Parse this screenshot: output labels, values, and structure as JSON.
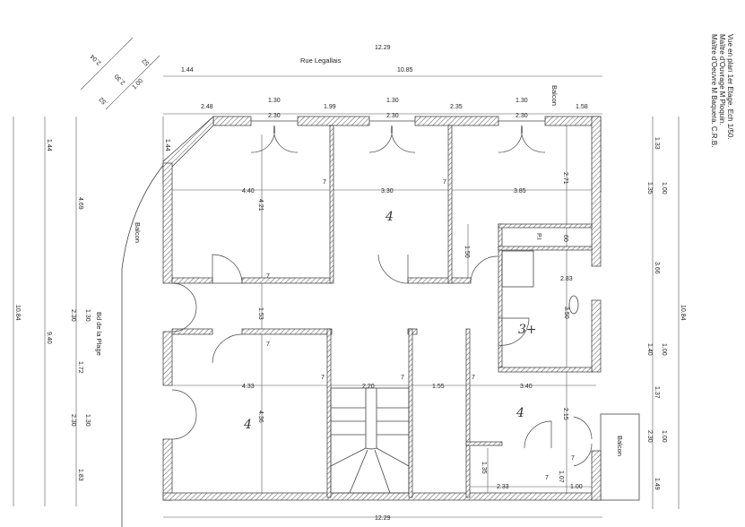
{
  "title_block": {
    "line1": "Vue en plan 1er Etage. Ech 1/50.",
    "line2": "Maître d'Ouvrage M Ploquin.",
    "line3": "Maître d'Oeuvre M Baquera. C.R.B."
  },
  "streets": {
    "top": "Rue Legallais",
    "left": "Bd de la Plage"
  },
  "balconies": {
    "top": "Balcon",
    "left": "Balcon",
    "right": "Balcon"
  },
  "dims_top": [
    "12.29",
    "1.44",
    "10.85",
    "2.48",
    "1.30",
    "2.30",
    "1.99",
    "1.30",
    "2.30",
    "2.35",
    "1.30",
    "2.30",
    "1.58"
  ],
  "dims_diag": [
    "2.04",
    "2.30",
    "1.00",
    ".52",
    ".52"
  ],
  "dims_left": [
    "10.84",
    "9.40",
    "1.44",
    "4.69",
    "1.30",
    "2.30",
    "1.72",
    "1.30",
    "2.30",
    "1.83",
    "1.44"
  ],
  "dims_right": [
    "1.33",
    "1.00",
    "1.35",
    "3.66",
    "10.84",
    "1.00",
    "1.40",
    "1.37",
    "1.00",
    "2.30",
    "1.49"
  ],
  "dims_interior": [
    "4.40",
    "3.30",
    "3.85",
    "7",
    "7",
    "4.21",
    "2.71",
    "1.50",
    "P.I",
    "60",
    "2.83",
    "3.50",
    "1.53",
    "7",
    "7",
    "4.33",
    "2.20",
    "1.55",
    "3.40",
    "7",
    "7",
    "7",
    "4.36",
    "2.15",
    "1.35",
    "2.33",
    "1.00",
    "1.07",
    "7",
    "7"
  ],
  "dims_bottom": [
    "12.29"
  ],
  "handwritten": [
    "4",
    "3+",
    "4",
    "4"
  ]
}
